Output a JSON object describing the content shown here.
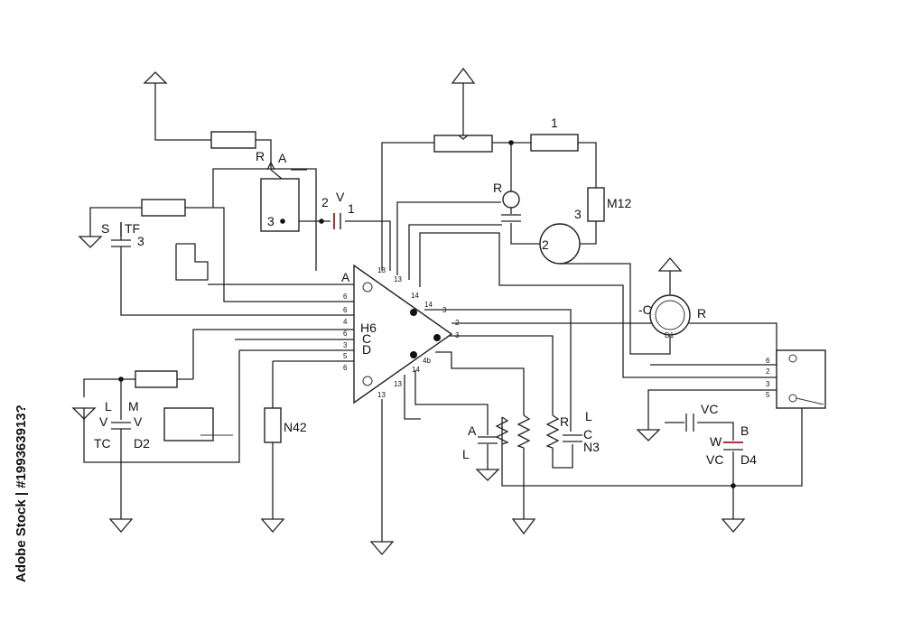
{
  "labels": {
    "r_top": "R",
    "a_top": "A",
    "pin3_left": "3",
    "cap_2": "2",
    "cap_v": "V",
    "cap_1": "1",
    "s": "S",
    "tf": "TF",
    "tf_3": "3",
    "one_top": "1",
    "r_mid": "R",
    "m12": "M12",
    "m12_3": "3",
    "motor_2": "2",
    "c_right": "-C",
    "r_right": "R",
    "d1": "D1",
    "h6": "H6",
    "c_chip": "C",
    "d_chip": "D",
    "l_left": "L",
    "m_left": "M",
    "v_left1": "V",
    "v_left2": "V",
    "tc": "TC",
    "d2": "D2",
    "n42": "N42",
    "a_bot": "A",
    "l_bot": "L",
    "r_bot": "R",
    "l_bot2": "L",
    "c_bot": "C",
    "n3": "N3",
    "vc_top": "VC",
    "b": "B",
    "w": "W",
    "vc_bot": "VC",
    "d4": "D4",
    "pin_a": "A"
  },
  "chip_left_pins": [
    "6",
    "6",
    "4",
    "6",
    "3",
    "5",
    "6"
  ],
  "chip_top_pins": [
    "13",
    "13",
    "14"
  ],
  "chip_right_pins": [
    "14",
    "3",
    "2",
    "3",
    "4b",
    "14"
  ],
  "chip_bottom_pins": [
    "13",
    "13"
  ],
  "connector_pins": [
    "6",
    "2",
    "3",
    "5"
  ],
  "watermark": "Adobe Stock | #199363913?"
}
